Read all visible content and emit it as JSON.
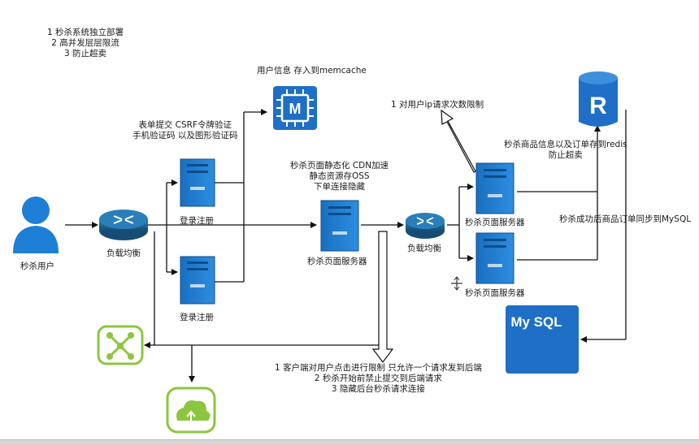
{
  "notes": {
    "system_principles": [
      "1 秒杀系统独立部署",
      "2 高并发层层限流",
      "3 防止超卖"
    ],
    "memcache_note": "用户信息 存入到memcache",
    "form_note": [
      "表单提交  CSRF令牌验证",
      "手机验证码  以及图形验证码"
    ],
    "static_note": [
      "秒杀页面静态化   CDN加速",
      "静态资源存OSS",
      "下单连接隐藏"
    ],
    "ip_limit_note": "1 对用户ip请求次数限制",
    "redis_note": [
      "秒杀商品信息以及订单存到redis",
      "防止超卖"
    ],
    "mysql_sync_note": "秒杀成功后商品订单同步到MySQL",
    "client_limit_note": [
      "1 客户端对用户点击进行限制  只允许一个请求发到后端",
      "2 秒杀开始前禁止提交到后端请求",
      "3 隐藏后台秒杀请求连接"
    ]
  },
  "nodes": {
    "user_label": "秒杀用户",
    "lb1_label": "负载均衡",
    "login1_label": "登录注册",
    "login2_label": "登录注册",
    "seckill_page_label": "秒杀页面服务器",
    "lb2_label": "负载均衡",
    "seckill_server_top_label": "秒杀页面服务器",
    "seckill_server_bottom_label": "秒杀页面服务器",
    "memcache_glyph": "M",
    "redis_glyph": "R",
    "mysql_text": "My SQL"
  },
  "colors": {
    "primary_blue": "#1e6fc5",
    "server_blue": "#1f77c9",
    "router_blue": "#1d5f8c",
    "green_icon": "#8cc63f",
    "line": "#111111"
  }
}
